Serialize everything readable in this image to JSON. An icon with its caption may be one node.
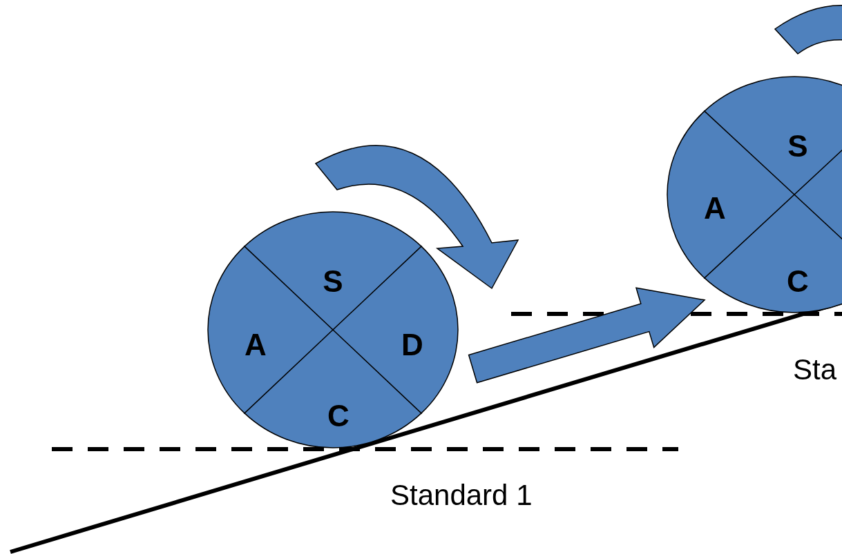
{
  "diagram": {
    "nodes": [
      {
        "text": [
          "S",
          "A",
          "D",
          "C"
        ]
      },
      {
        "text": [
          "S",
          "A",
          "C"
        ]
      }
    ],
    "edges": [
      {
        "from": 0,
        "to": 1,
        "arrow": "to"
      }
    ],
    "labels": [
      "Standard 1",
      "Sta"
    ]
  }
}
